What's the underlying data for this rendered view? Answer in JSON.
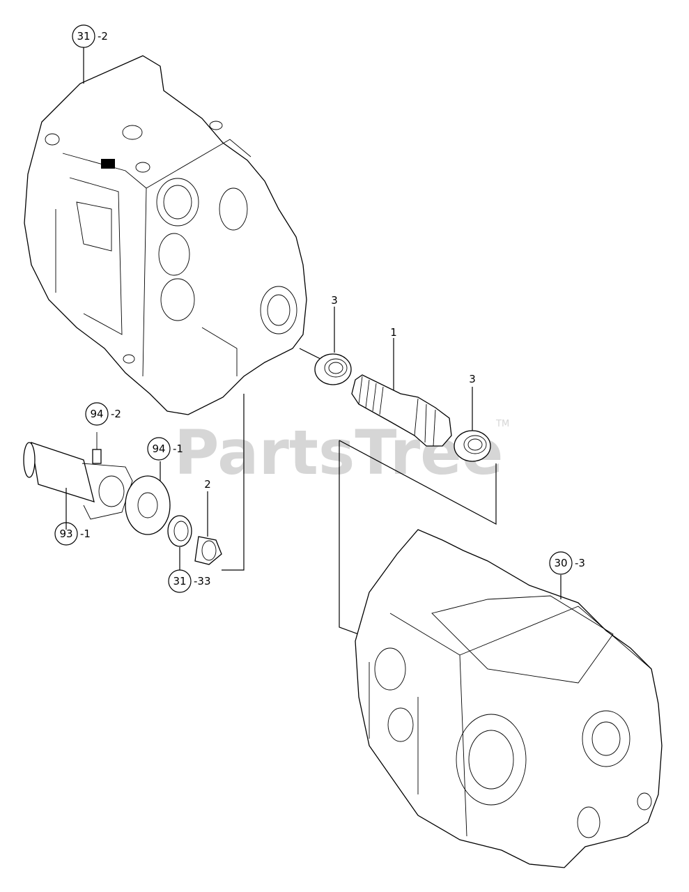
{
  "watermark": {
    "text": "PartsTree",
    "tm": "TM"
  },
  "callouts": {
    "c31_2": {
      "num": "31",
      "suffix": "-2"
    },
    "c94_2": {
      "num": "94",
      "suffix": "-2"
    },
    "c94_1": {
      "num": "94",
      "suffix": "-1"
    },
    "c93_1": {
      "num": "93",
      "suffix": "-1"
    },
    "c31_33": {
      "num": "31",
      "suffix": "-33"
    },
    "c30_3": {
      "num": "30",
      "suffix": "-3"
    },
    "p2": {
      "num": "2"
    },
    "p3a": {
      "num": "3"
    },
    "p3b": {
      "num": "3"
    },
    "p1": {
      "num": "1"
    }
  },
  "colors": {
    "line": "#000000",
    "watermark": "#d6d6d6",
    "background": "#ffffff"
  }
}
